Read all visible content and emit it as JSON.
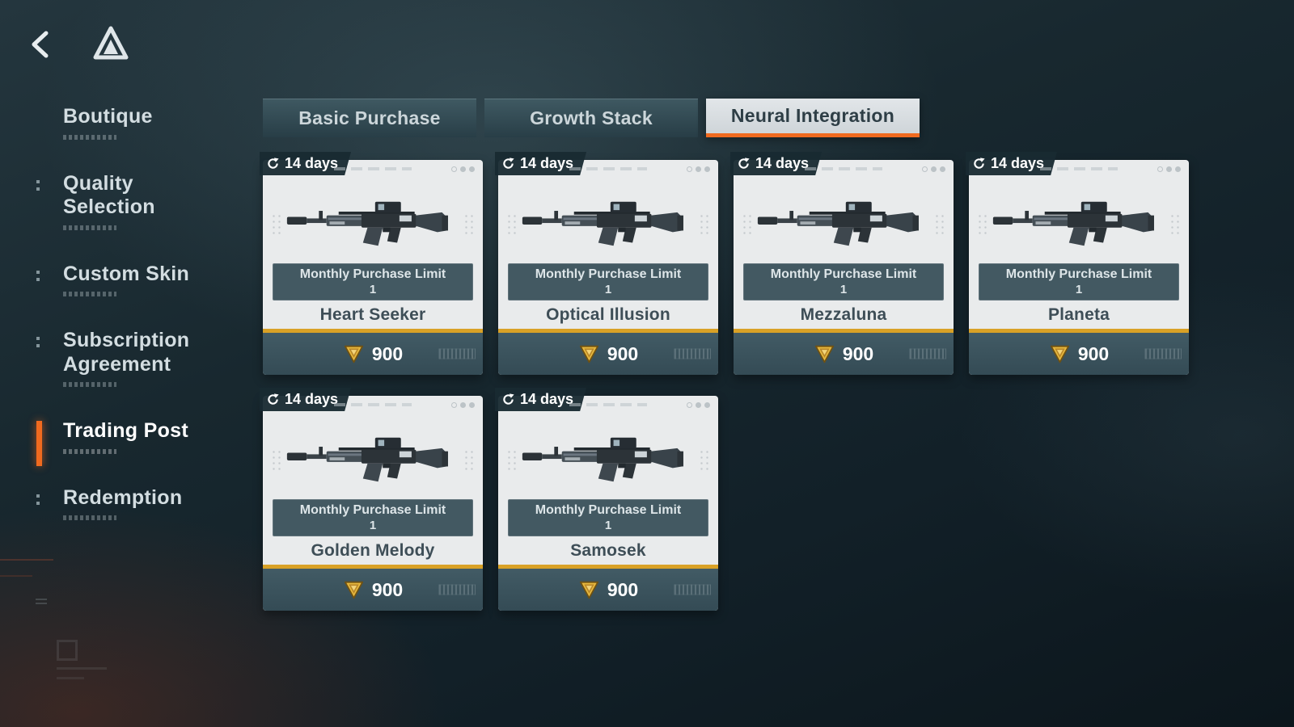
{
  "colors": {
    "accent": "#f06a1f",
    "gold": "#d9a126",
    "coin": "#e8b93e",
    "card-bg": "#e9ebec",
    "footer-bg": "#3d5660"
  },
  "sidebar": {
    "items": [
      {
        "label": "Boutique",
        "active": false
      },
      {
        "label": "Quality Selection",
        "active": false
      },
      {
        "label": "Custom Skin",
        "active": false
      },
      {
        "label": "Subscription Agreement",
        "active": false
      },
      {
        "label": "Trading Post",
        "active": true
      },
      {
        "label": "Redemption",
        "active": false
      }
    ]
  },
  "tabs": [
    {
      "label": "Basic Purchase",
      "active": false
    },
    {
      "label": "Growth Stack",
      "active": false
    },
    {
      "label": "Neural Integration",
      "active": true
    }
  ],
  "cards": [
    {
      "badge": "14 days",
      "limit_line1": "Monthly Purchase Limit",
      "limit_line2": "1",
      "name": "Heart Seeker",
      "price": "900"
    },
    {
      "badge": "14 days",
      "limit_line1": "Monthly Purchase Limit",
      "limit_line2": "1",
      "name": "Optical Illusion",
      "price": "900"
    },
    {
      "badge": "14 days",
      "limit_line1": "Monthly Purchase Limit",
      "limit_line2": "1",
      "name": "Mezzaluna",
      "price": "900"
    },
    {
      "badge": "14 days",
      "limit_line1": "Monthly Purchase Limit",
      "limit_line2": "1",
      "name": "Planeta",
      "price": "900"
    },
    {
      "badge": "14 days",
      "limit_line1": "Monthly Purchase Limit",
      "limit_line2": "1",
      "name": "Golden Melody",
      "price": "900"
    },
    {
      "badge": "14 days",
      "limit_line1": "Monthly Purchase Limit",
      "limit_line2": "1",
      "name": "Samosek",
      "price": "900"
    }
  ]
}
